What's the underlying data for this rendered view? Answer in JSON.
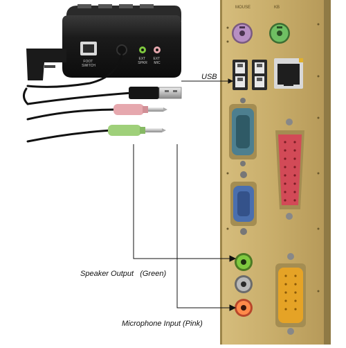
{
  "labels": {
    "usb": "USB",
    "speaker": "Speaker Output   (Green)",
    "mic": "Microphone Input (Pink)"
  },
  "device": {
    "port_foot": "FOOT\nSWITCH",
    "port_spkr": "EXT\nSPKR",
    "port_mic": "EXT\nMIC"
  },
  "colors": {
    "panel": "#c8ad6a",
    "ps2_purple": "#b78fc3",
    "ps2_green": "#6fbf63",
    "serial": "#4d7f8f",
    "vga": "#4a6fae",
    "parallel": "#d24a57",
    "gameport": "#e5a326",
    "jack_green": "#7fc93f",
    "jack_gray": "#9e9e9e",
    "jack_pink": "#ff8a4a",
    "plug_pink": "#e6a8ae",
    "plug_green": "#9fd07a",
    "device_body": "#1d1d1d"
  }
}
